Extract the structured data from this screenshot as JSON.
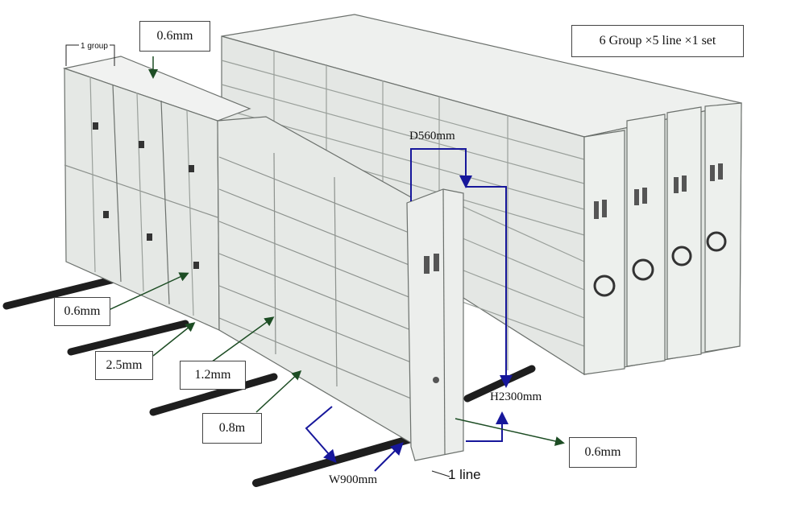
{
  "callouts": {
    "set_spec": "6 Group  ×5 line  ×1 set",
    "one_group": "1 group",
    "top_thickness": "0.6mm",
    "left_thickness": "0.6mm",
    "rail_thickness": "2.5mm",
    "shelf_thickness": "1.2mm",
    "frame_thickness": "0.8m",
    "right_thickness": "0.6mm",
    "depth": "D560mm",
    "height": "H2300mm",
    "width": "W900mm",
    "one_line": "1 line"
  },
  "colors": {
    "cabinet": "#e8ebe8",
    "cabinet_edge": "#6c716d",
    "rail": "#1e1e1e",
    "dimension_arrow": "#17179b",
    "leader_arrow": "#1d4d24"
  }
}
